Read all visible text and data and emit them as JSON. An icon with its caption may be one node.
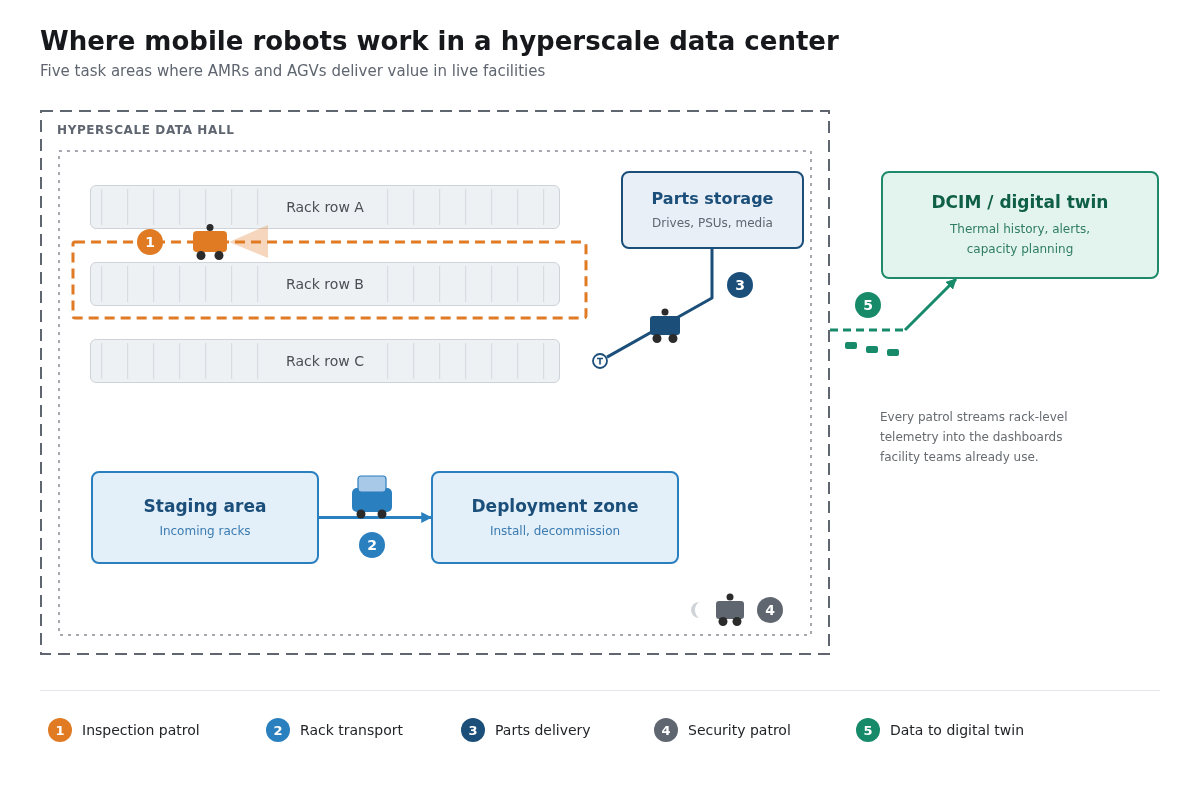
{
  "diagram": {
    "title": "Where mobile robots work in a hyperscale data center",
    "nodes": [
      {
        "text": [
          "HYPERSCALE DATA HALL"
        ]
      },
      {
        "text": [],
        "shape": "box",
        "in": 0
      },
      {
        "text": [
          "Rack row A"
        ],
        "in": 1
      },
      {
        "text": [
          "Parts storage",
          "Drives, PSUs, media"
        ],
        "in": 1
      },
      {
        "text": [
          "Rack row B"
        ],
        "in": 1
      },
      {
        "text": [
          "Rack row C"
        ],
        "in": 1
      },
      {
        "text": [],
        "shape": "circle",
        "in": 1
      },
      {
        "text": [
          "Staging area",
          "Incoming racks"
        ],
        "in": 1
      },
      {
        "text": [
          "Deployment zone",
          "Install, decommission"
        ],
        "in": 1
      },
      {
        "text": [
          "DCIM / digital twin",
          "Thermal history, alerts, capacity planning"
        ]
      }
    ],
    "edges": [
      {
        "from": 7,
        "to": 8,
        "arrow": "to",
        "label": "2",
        "color": "#2a7fbf"
      },
      {
        "from": 3,
        "to": 6,
        "arrow": "none",
        "label": "3",
        "color": "#1b4f7a"
      },
      {
        "from": 0,
        "to": 9,
        "arrow": "to",
        "label": "5",
        "style": "dashed",
        "color": "#178a6a"
      }
    ],
    "labels": [
      "Five task areas where AMRs and AGVs deliver value in live facilities",
      "1",
      "Every patrol streams rack-level telemetry into the dashboards facility teams already use.",
      "4",
      "1",
      "2",
      "3",
      "4",
      "5"
    ],
    "legend": [
      {
        "text": "Inspection patrol",
        "color": "#e07b24"
      },
      {
        "text": "Rack transport",
        "color": "#2a7fbf"
      },
      {
        "text": "Parts delivery",
        "color": "#1b4f7a"
      },
      {
        "text": "Security patrol",
        "color": "#5f6670"
      },
      {
        "text": "Data to digital twin",
        "color": "#178a6a"
      }
    ]
  }
}
